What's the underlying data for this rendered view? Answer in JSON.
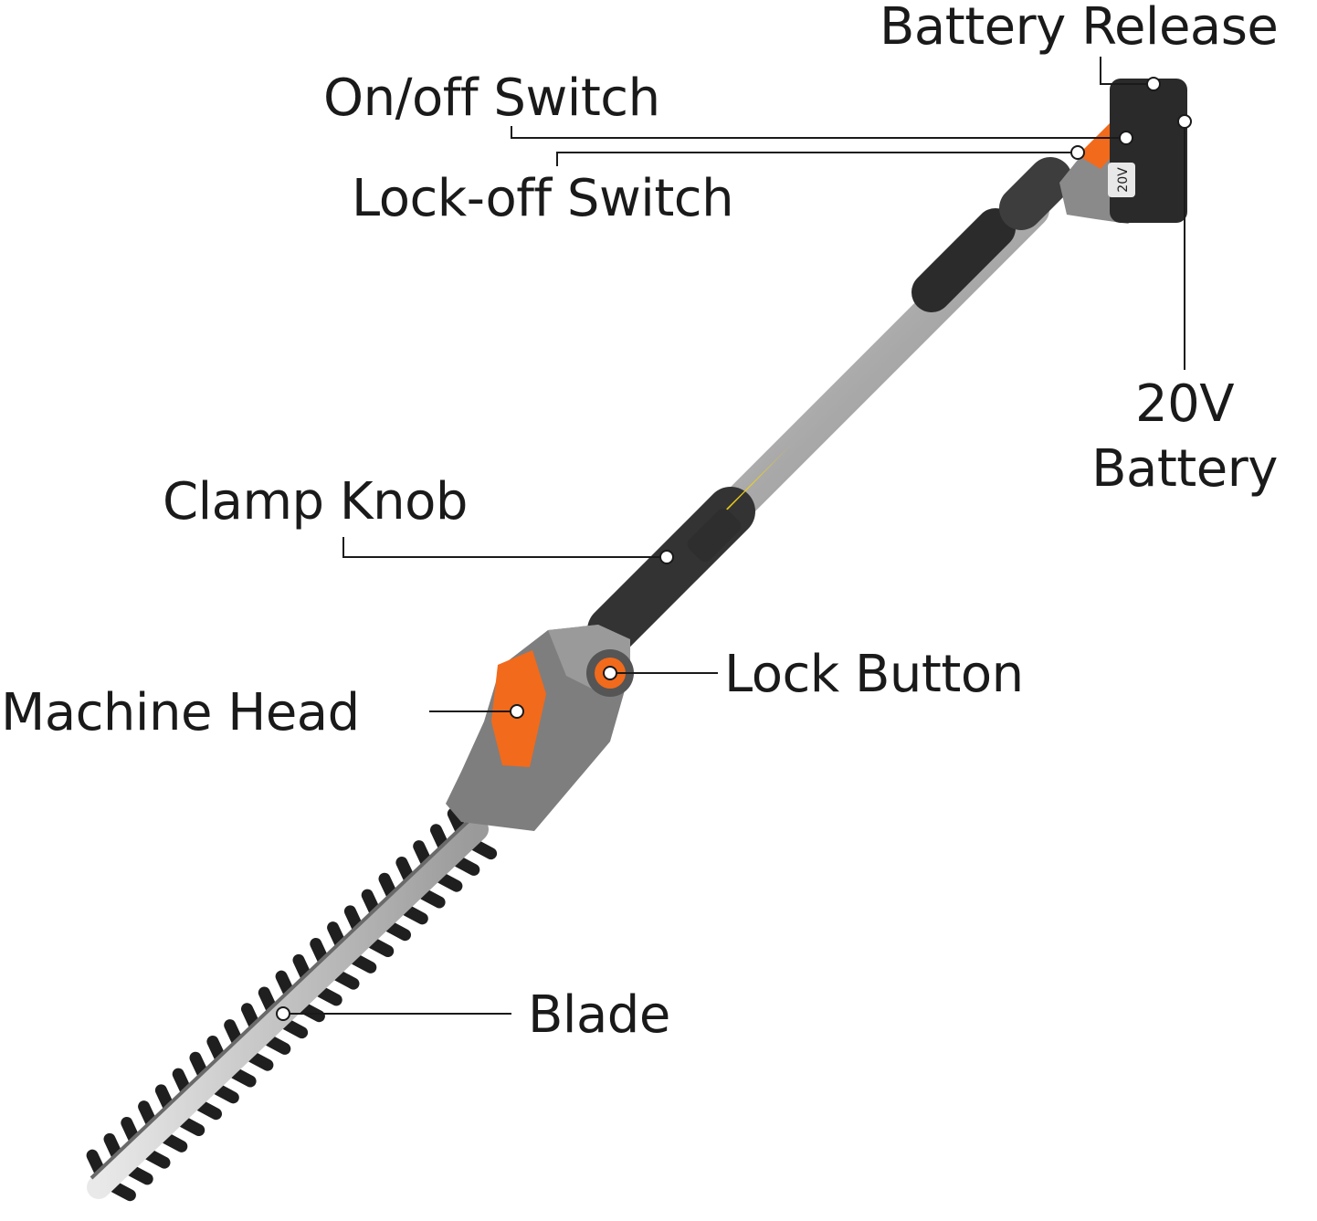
{
  "labels": {
    "battery_release": "Battery Release",
    "on_off_switch": "On/off Switch",
    "lock_off_switch": "Lock-off Switch",
    "battery_line1": "20V",
    "battery_line2": "Battery",
    "clamp_knob": "Clamp Knob",
    "lock_button": "Lock Button",
    "machine_head": "Machine Head",
    "blade": "Blade"
  },
  "product_marks": {
    "battery_badge": "20V"
  },
  "colors": {
    "accent_orange": "#f26a1b",
    "body_gray": "#7a7a7a",
    "dark_gray": "#3a3a3a",
    "pole_silver": "#b9b9b9",
    "label_text": "#1a1a1a",
    "warning_yellow": "#f2d21b"
  }
}
